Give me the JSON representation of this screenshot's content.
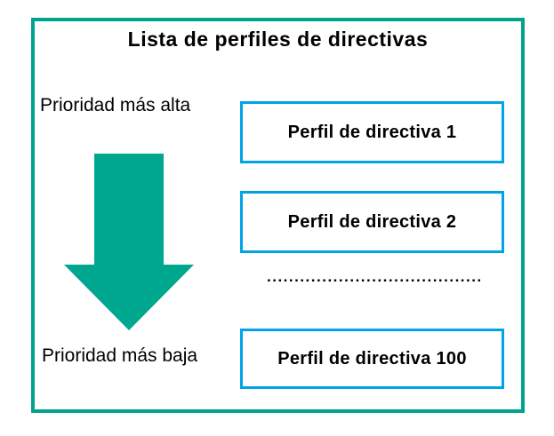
{
  "diagram": {
    "title": "Lista de perfiles de directivas",
    "priority_top_label": "Prioridad más alta",
    "priority_bottom_label": "Prioridad más baja",
    "profiles": [
      {
        "label": "Perfil de directiva 1"
      },
      {
        "label": "Perfil de directiva 2"
      },
      {
        "label": "Perfil de directiva 100"
      }
    ],
    "ellipsis": "..........................................",
    "colors": {
      "frame_teal": "#00A38C",
      "arrow_teal": "#00A78F",
      "profile_box_border_blue": "#00A3E8",
      "text": "#000000",
      "background": "#FFFFFF"
    }
  }
}
